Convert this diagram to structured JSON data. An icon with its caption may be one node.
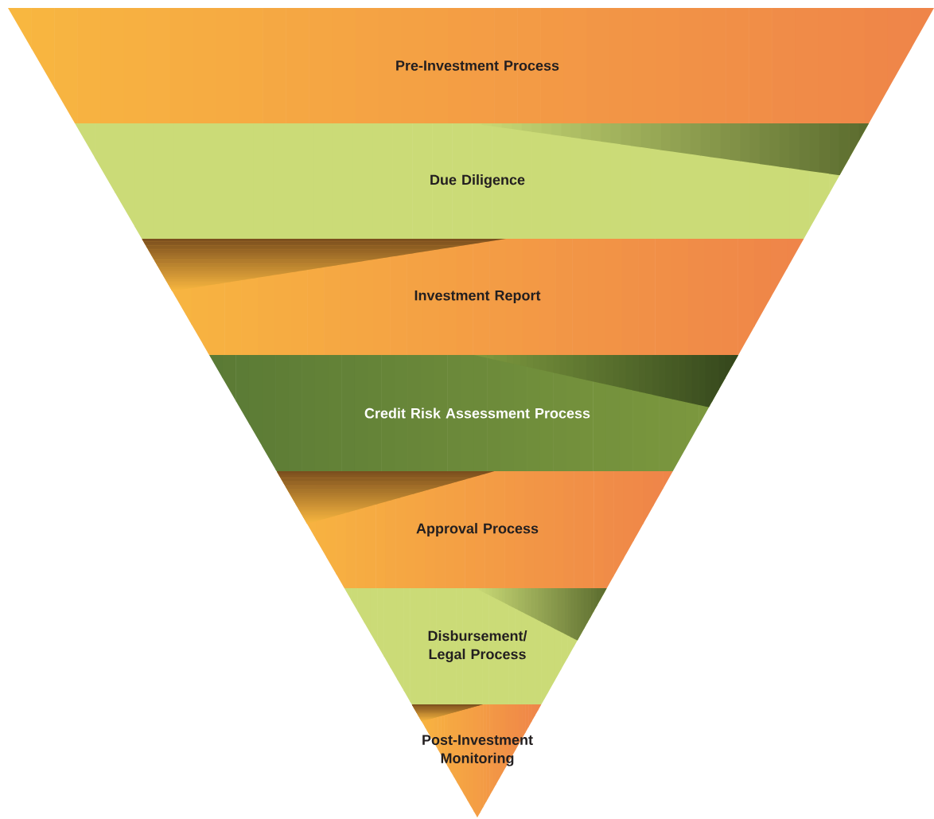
{
  "diagram": {
    "nodes": [
      {
        "text": [
          "Pre-Investment Process"
        ]
      },
      {
        "text": [
          "Due Diligence"
        ]
      },
      {
        "text": [
          "Investment Report"
        ]
      },
      {
        "text": [
          "Credit Risk Assessment Process"
        ]
      },
      {
        "text": [
          "Approval Process"
        ]
      },
      {
        "text": [
          "Disbursement/ Legal Process"
        ]
      },
      {
        "text": [
          "Post-Investment Monitoring"
        ]
      }
    ]
  }
}
